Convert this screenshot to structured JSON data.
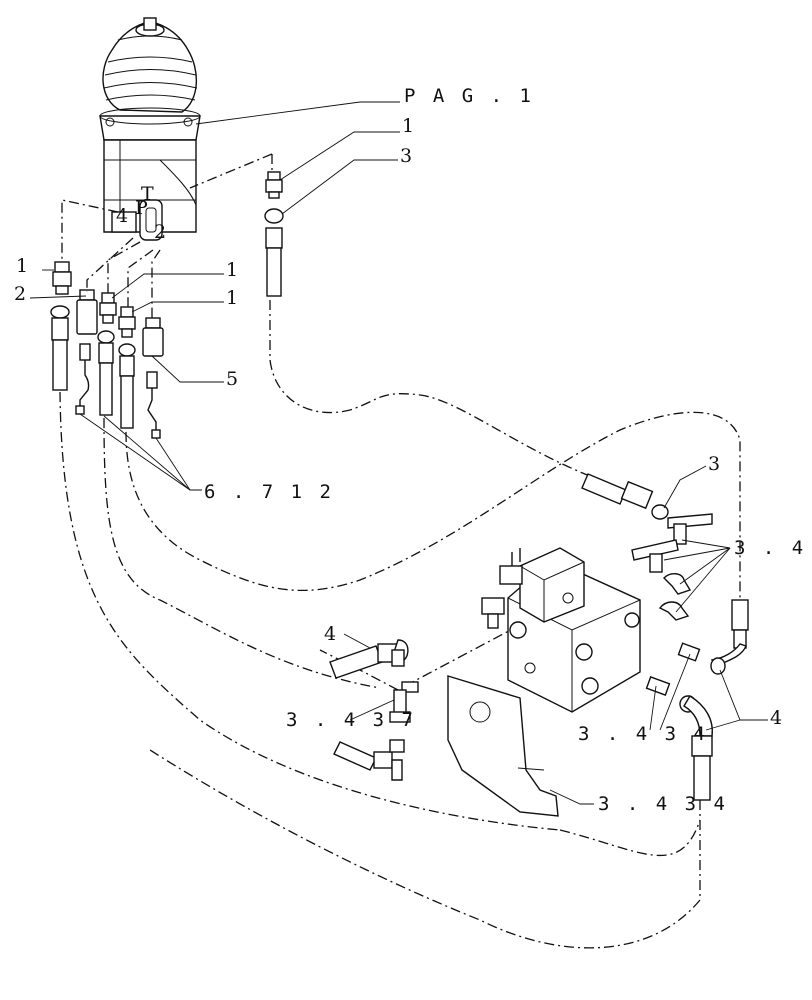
{
  "labels": {
    "pag1": "P A G . 1",
    "one_a": "1",
    "three_a": "3",
    "one_b": "1",
    "two": "2",
    "one_c": "1",
    "one_d": "1",
    "five": "5",
    "six712": "6 . 7 1 2",
    "three_b": "3",
    "three4": "3 . 4",
    "four_a": "4",
    "four_b": "4",
    "three437": "3 . 4 3 7",
    "three434_a": "3 . 4 3 4",
    "three434_b": "3 . 4 3 4"
  },
  "colors": {
    "line": "#111111",
    "background": "#ffffff"
  }
}
